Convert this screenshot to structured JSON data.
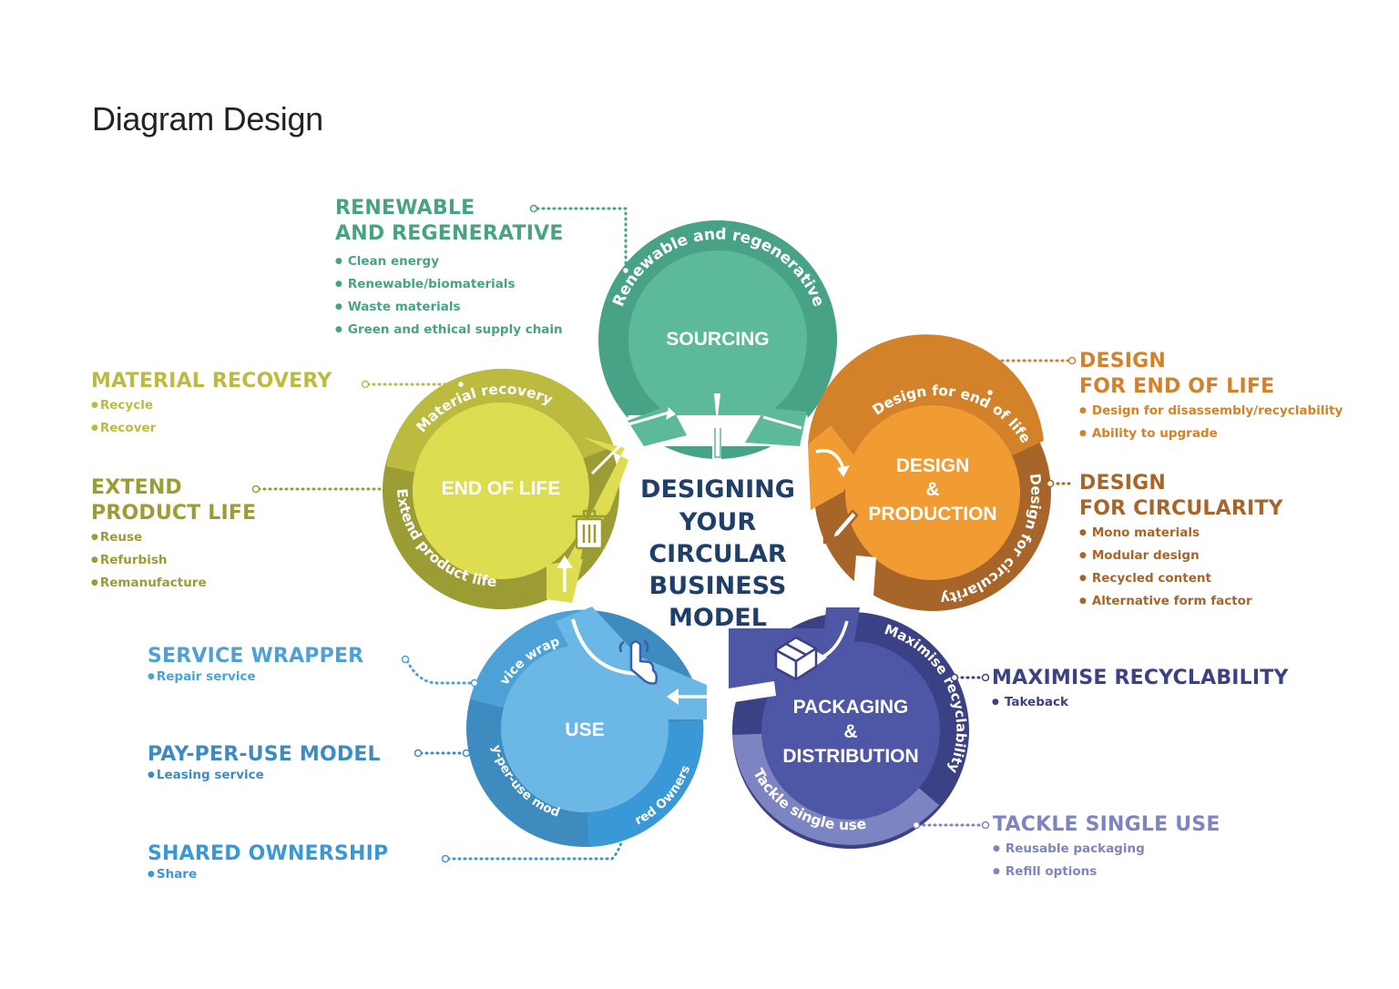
{
  "page_title": "Diagram Design",
  "center": {
    "lines": [
      "DESIGNING",
      "YOUR",
      "CIRCULAR",
      "BUSINESS",
      "MODEL"
    ]
  },
  "stages": {
    "sourcing": {
      "title": "SOURCING",
      "arc_labels": [
        "Renewable and regenerative"
      ],
      "color_main": "#5cb99a",
      "color_ring": "#48a285",
      "icon": "wind-turbine-icon"
    },
    "design": {
      "title_lines": [
        "DESIGN",
        "&",
        "PRODUCTION"
      ],
      "arc_labels": [
        "Design for end of life",
        "Design for circularity"
      ],
      "color_main": "#f19c33",
      "color_ring": "#d4822a",
      "color_ring2": "#a8652a",
      "icon": "pencil-edit-icon"
    },
    "packaging": {
      "title_lines": [
        "PACKAGING",
        "&",
        "DISTRIBUTION"
      ],
      "arc_labels": [
        "Maximise recyclability",
        "Tackle single use"
      ],
      "color_main": "#4e57a5",
      "color_ring": "#3a4285",
      "color_ring2": "#7d84c2",
      "icon": "box-icon"
    },
    "use": {
      "title": "USE",
      "arc_labels": [
        "Service wrapper",
        "Pay-per-use model",
        "Shared Ownership"
      ],
      "color_main": "#6bb8e6",
      "color_ring": "#4da1d7",
      "color_ring2": "#3e8bc0",
      "color_ring3": "#3b98d6",
      "icon": "hand-pointer-icon"
    },
    "end_of_life": {
      "title": "END OF LIFE",
      "arc_labels": [
        "Material recovery",
        "Extend product life"
      ],
      "color_main": "#dedd52",
      "color_ring": "#bdbb3f",
      "color_ring2": "#9c9c35",
      "icon": "trash-icon"
    }
  },
  "annotations": {
    "renewable": {
      "heading": [
        "RENEWABLE",
        "AND REGENERATIVE"
      ],
      "items": [
        "Clean energy",
        "Renewable/biomaterials",
        "Waste materials",
        "Green and ethical supply chain"
      ],
      "color": "#48a285"
    },
    "design_end_of_life": {
      "heading": [
        "DESIGN",
        "FOR END OF LIFE"
      ],
      "items": [
        "Design for disassembly/recyclability",
        "Ability to upgrade"
      ],
      "color": "#d4822a"
    },
    "design_circularity": {
      "heading": [
        "DESIGN",
        "FOR CIRCULARITY"
      ],
      "items": [
        "Mono materials",
        "Modular design",
        "Recycled content",
        "Alternative form factor"
      ],
      "color": "#a8652a"
    },
    "maximise_recyclability": {
      "heading": [
        "MAXIMISE RECYCLABILITY"
      ],
      "items": [
        "Takeback"
      ],
      "color": "#3a4285"
    },
    "tackle_single_use": {
      "heading": [
        "TACKLE SINGLE USE"
      ],
      "items": [
        "Reusable packaging",
        "Refill options"
      ],
      "color": "#7d84c2"
    },
    "material_recovery": {
      "heading": [
        "MATERIAL RECOVERY"
      ],
      "items": [
        "Recycle",
        "Recover"
      ],
      "color": "#bdbb3f"
    },
    "extend_product_life": {
      "heading": [
        "EXTEND",
        "PRODUCT LIFE"
      ],
      "items": [
        "Reuse",
        "Refurbish",
        "Remanufacture"
      ],
      "color": "#9c9c35"
    },
    "service_wrapper": {
      "heading": [
        "SERVICE WRAPPER"
      ],
      "items": [
        "Repair service"
      ],
      "color": "#4da1d7"
    },
    "pay_per_use": {
      "heading": [
        "PAY-PER-USE MODEL"
      ],
      "items": [
        "Leasing service"
      ],
      "color": "#3e8bc0"
    },
    "shared_ownership": {
      "heading": [
        "SHARED OWNERSHIP"
      ],
      "items": [
        "Share"
      ],
      "color": "#3b98d6"
    }
  }
}
